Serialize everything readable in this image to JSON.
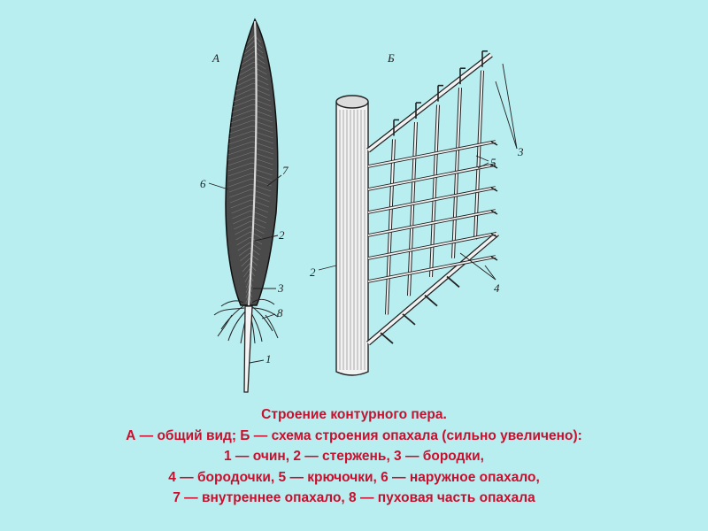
{
  "figure": {
    "panel_a_label": "А",
    "panel_b_label": "Б",
    "a_labels": [
      "6",
      "7",
      "2",
      "3",
      "8",
      "1"
    ],
    "b_labels": [
      "5",
      "3",
      "2",
      "4"
    ]
  },
  "caption": {
    "line1": "Строение контурного пера.",
    "line2": "А — общий вид; Б — схема строения опахала (сильно увеличено):",
    "line3": "1 — очин, 2 — стержень, 3 — бородки,",
    "line4": "4 — бородочки, 5 — крючочки, 6 — наружное опахало,",
    "line5": "7 — внутреннее опахало, 8 — пуховая часть опахала"
  },
  "colors": {
    "background": "#b9eef0",
    "caption": "#c8102e",
    "ink": "#222222"
  }
}
